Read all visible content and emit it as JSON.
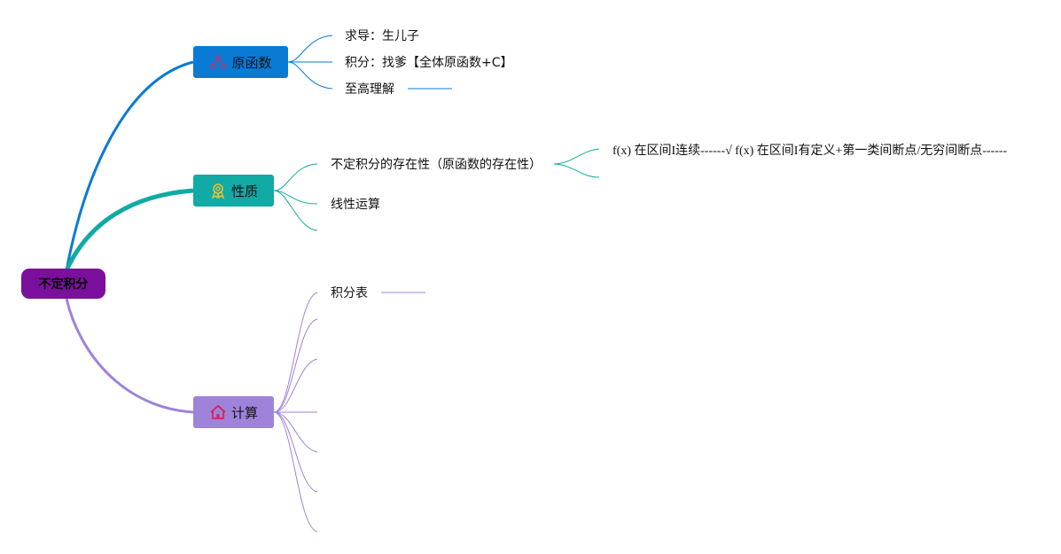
{
  "root": {
    "label": "不定积分"
  },
  "branches": [
    {
      "label": "原函数",
      "color": "#0a7bd5",
      "icon": "molecule-icon",
      "children": [
        "求导：生儿子",
        "积分：找爹【全体原函数+C】",
        "至高理解"
      ]
    },
    {
      "label": "性质",
      "color": "#11aaa4",
      "icon": "award-ribbon-icon",
      "children": [
        "不定积分的存在性（原函数的存在性）",
        "线性运算"
      ],
      "sub": "f(x) 在区间I连续------√ f(x) 在区间I有定义+第一类间断点/无穷间断点------"
    },
    {
      "label": "计算",
      "color": "#9f83da",
      "icon": "home-icon",
      "children": [
        "积分表"
      ]
    }
  ]
}
